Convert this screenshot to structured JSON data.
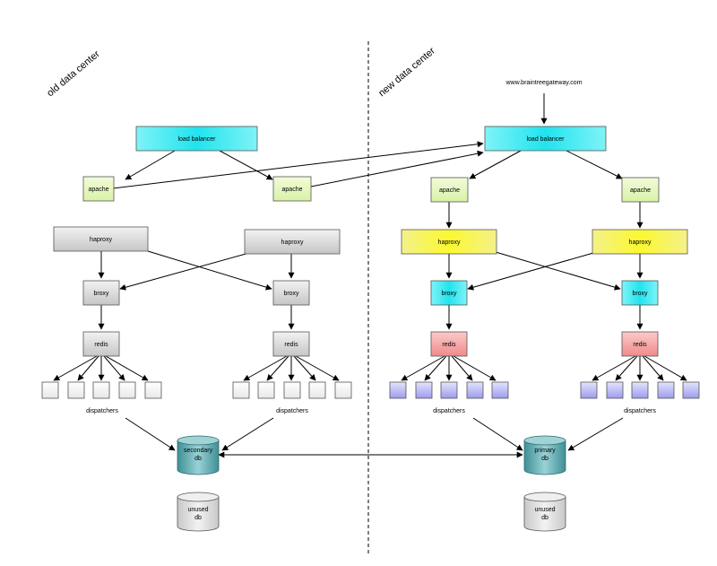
{
  "regions": {
    "old": "old data center",
    "new": "new data center"
  },
  "url": "www.braintreegateway.com",
  "labels": {
    "load_balancer": "load balancer",
    "apache": "apache",
    "haproxy": "haproxy",
    "broxy": "broxy",
    "redis": "redis",
    "dispatchers": "dispatchers",
    "secondary_db_line1": "secondary",
    "secondary_db_line2": "db",
    "primary_db_line1": "primary",
    "primary_db_line2": "db",
    "unused_db_line1": "unused",
    "unused_db_line2": "db"
  },
  "colors": {
    "cyan": "#33e6f0",
    "green": "#e3f7b8",
    "gray": "#d8d8d8",
    "yellow": "#f6f24a",
    "red": "#f39b9b",
    "blue": "#b9b9f5",
    "db_teal": "#5fa8ae",
    "db_gray": "#d0d0d0"
  }
}
